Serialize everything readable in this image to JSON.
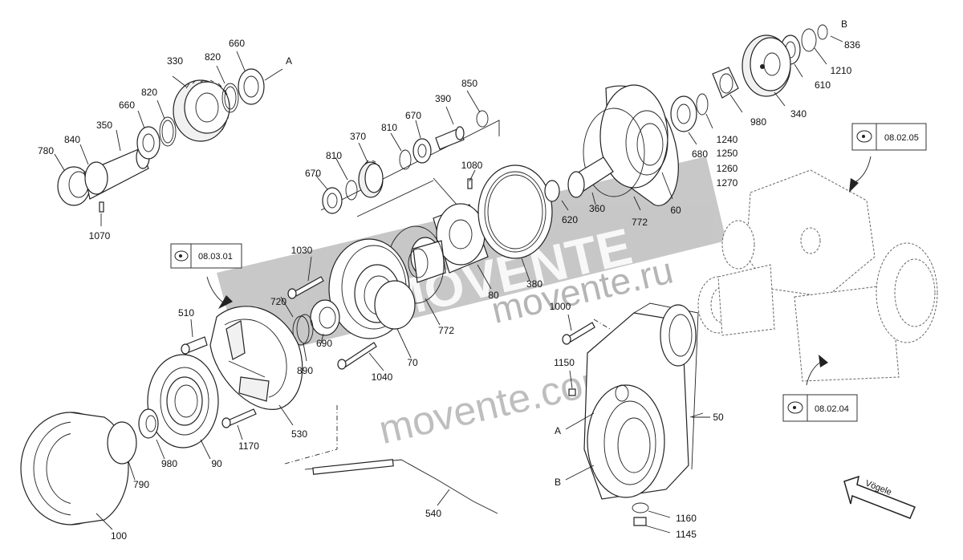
{
  "diagram": {
    "part_labels": {
      "p660a": "660",
      "p820a": "820",
      "p330": "330",
      "pA1": "A",
      "p820b": "820",
      "p660b": "660",
      "p350": "350",
      "p840": "840",
      "p780": "780",
      "p1070": "1070",
      "p850": "850",
      "p390": "390",
      "p670a": "670",
      "p810a": "810",
      "p370": "370",
      "p810b": "810",
      "p670b": "670",
      "p1080": "1080",
      "p380": "380",
      "p80": "80",
      "p1030": "1030",
      "p720": "720",
      "p772a": "772",
      "p690": "690",
      "p890": "890",
      "p1040": "1040",
      "p70": "70",
      "p510": "510",
      "p530": "530",
      "p1170": "1170",
      "p90": "90",
      "p980a": "980",
      "p790": "790",
      "p100": "100",
      "p540": "540",
      "pB1": "B",
      "p836": "836",
      "p1210": "1210",
      "p610": "610",
      "p340": "340",
      "p980b": "980",
      "p1240": "1240",
      "p1250": "1250",
      "p1260": "1260",
      "p1270": "1270",
      "p680": "680",
      "p60": "60",
      "p772b": "772",
      "p360": "360",
      "p620": "620",
      "p1000": "1000",
      "p1150": "1150",
      "p50": "50",
      "pA2": "A",
      "pB2": "B",
      "p1160": "1160",
      "p1145": "1145"
    },
    "ref_boxes": {
      "r1": "08.03.01",
      "r2": "08.02.05",
      "r3": "08.02.04"
    },
    "watermark": {
      "brand": "MOVENTE",
      "url1": "movente.ru",
      "url2": "movente.com"
    },
    "logo_text": "Vögele"
  }
}
